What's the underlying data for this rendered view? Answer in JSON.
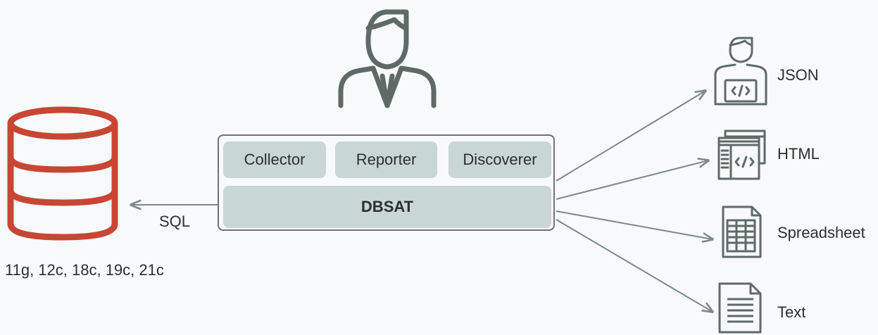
{
  "database": {
    "versions": "11g, 12c, 18c, 19c, 21c"
  },
  "arrow_sql": {
    "label": "SQL"
  },
  "dbsat": {
    "components": [
      "Collector",
      "Reporter",
      "Discoverer"
    ],
    "core_label": "DBSAT"
  },
  "outputs": [
    "JSON",
    "HTML",
    "Spreadsheet",
    "Text"
  ],
  "colors": {
    "background": "#f7f9fa",
    "database_red": "#c74634",
    "icon_gray": "#5f6a67",
    "box_fill": "#c8d6d6",
    "arrow": "#7b8a86"
  },
  "icons": {
    "database": "database-icon",
    "user": "user-icon",
    "json": "developer-icon",
    "html": "html-window-icon",
    "spreadsheet": "spreadsheet-icon",
    "text": "text-document-icon"
  }
}
